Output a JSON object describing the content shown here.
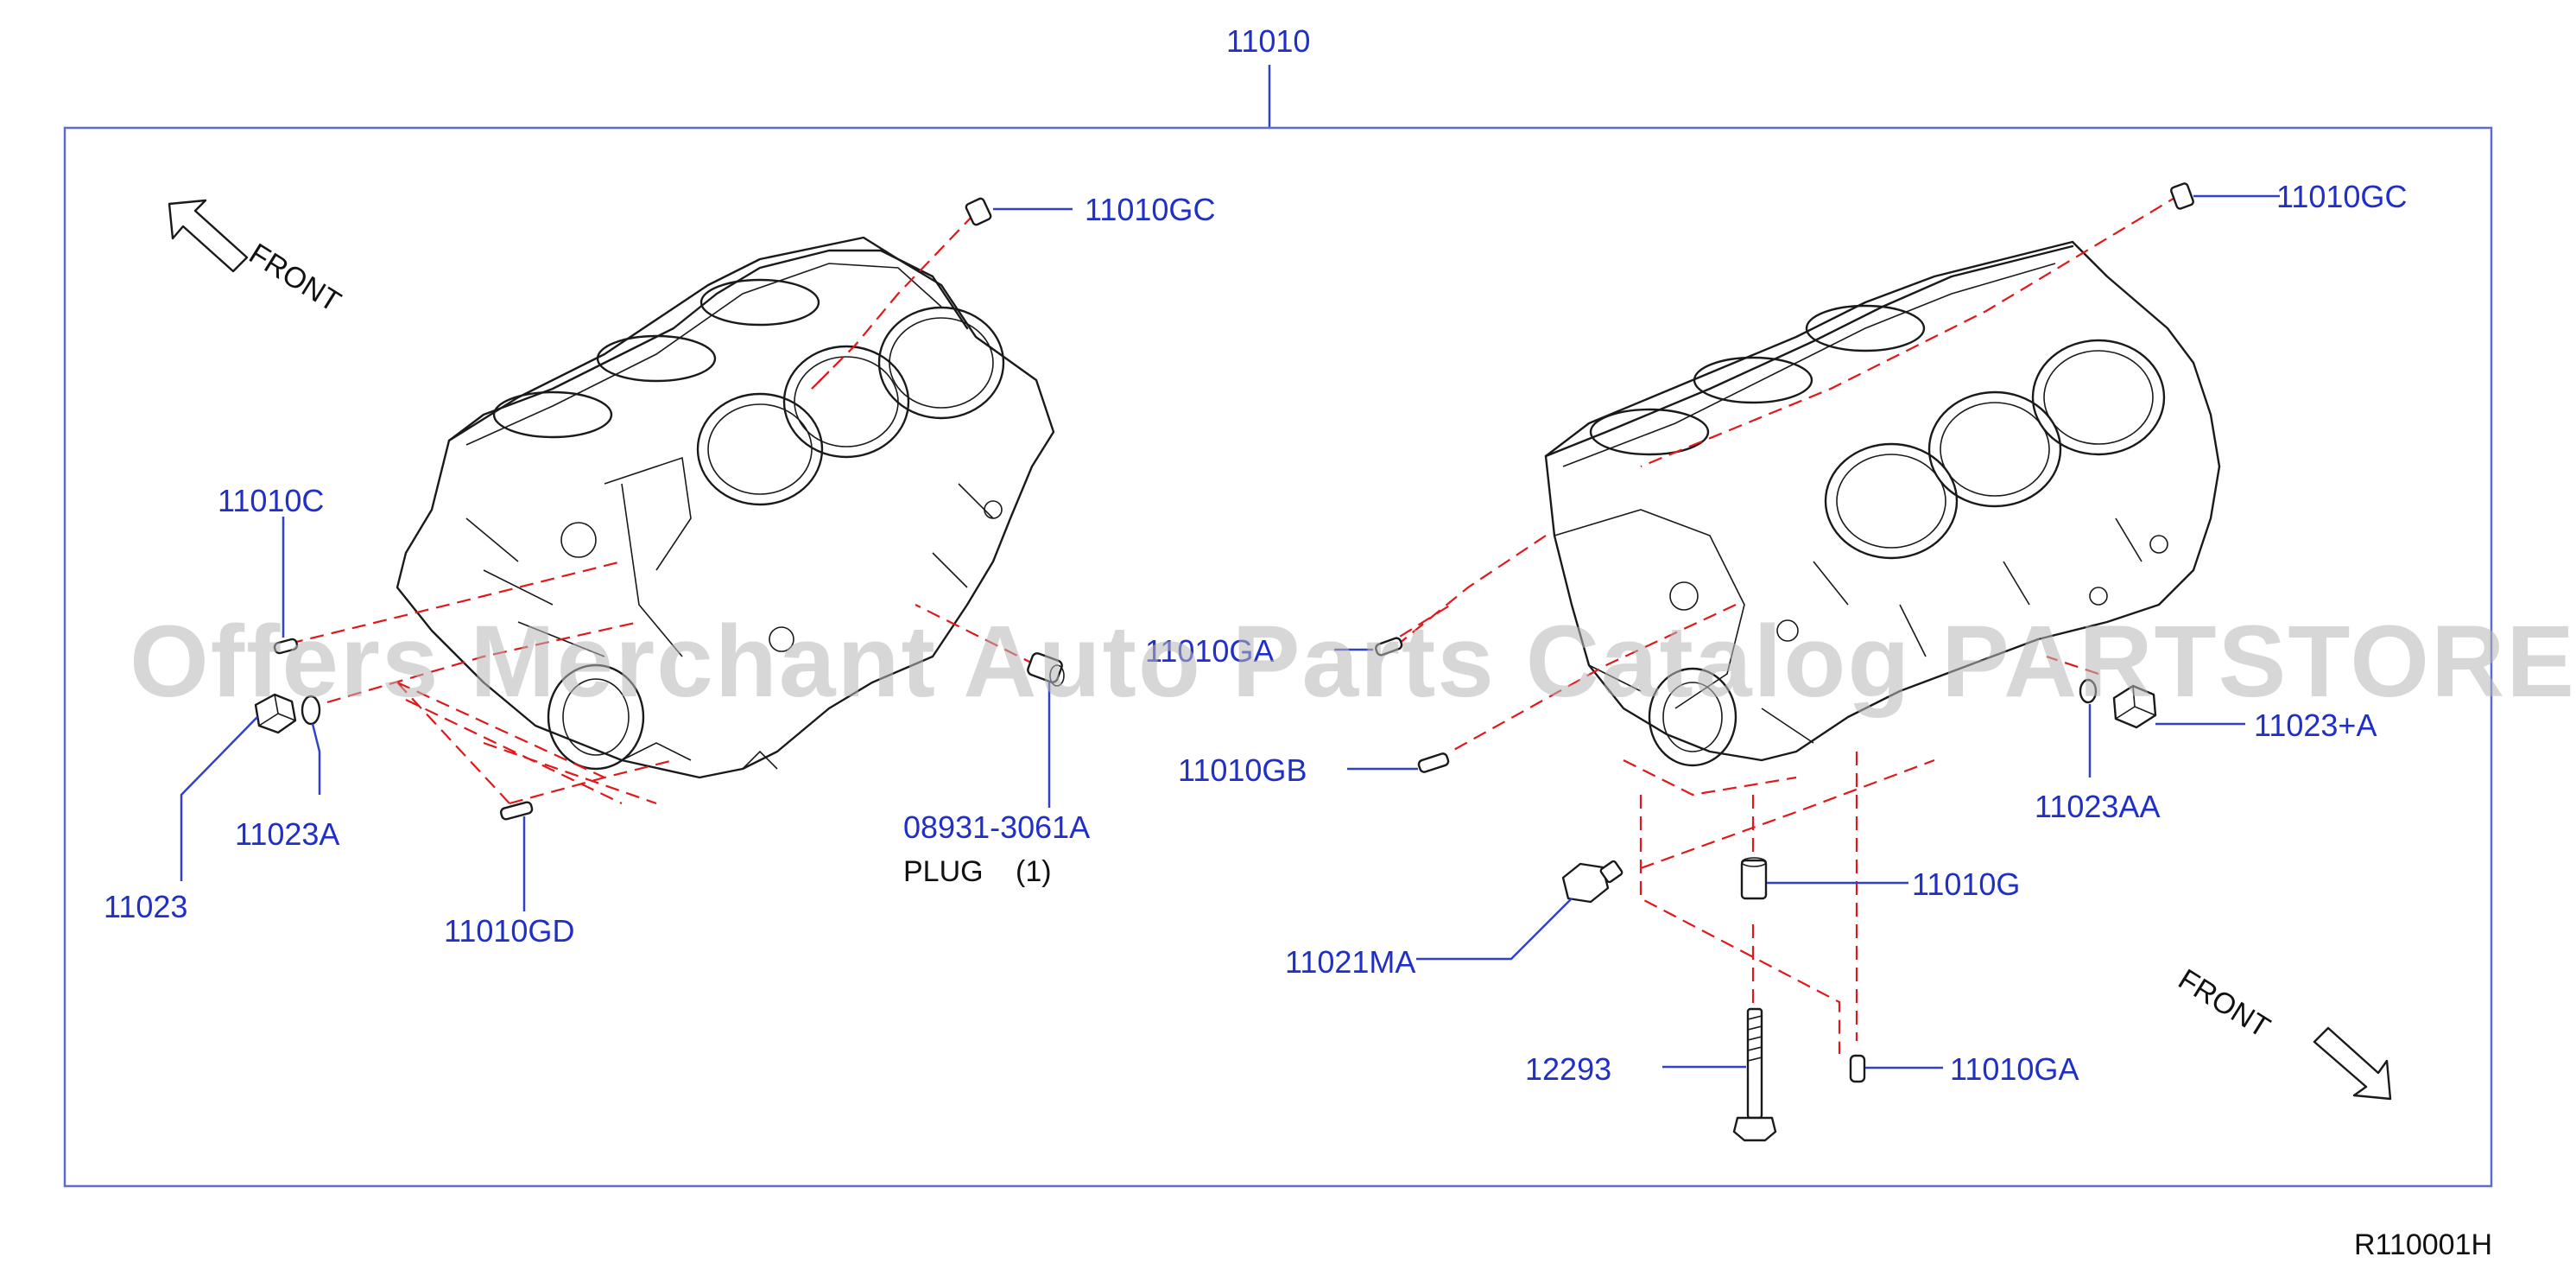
{
  "diagram": {
    "assembly_number": "11010",
    "reference_code": "R110001H",
    "watermark": "Offers Merchant Auto Parts Catalog PARTSTORE.SA",
    "front_left_label": "FRONT",
    "front_right_label": "FRONT",
    "left_block": {
      "labels": {
        "gc": "11010GC",
        "c": "11010C",
        "p11023": "11023",
        "p11023a": "11023A",
        "gd": "11010GD",
        "plug_no": "08931-3061A",
        "plug_name": "PLUG",
        "plug_qty": "(1)"
      }
    },
    "right_block": {
      "labels": {
        "gc": "11010GC",
        "ga_obscured": "11010GA",
        "gb": "11010GB",
        "p11023pa": "11023+A",
        "p11023aa": "11023AA",
        "g": "11010G",
        "ma": "11021MA",
        "p12293": "12293",
        "ga": "11010GA"
      }
    },
    "colors": {
      "label_blue": "#1f2fc8",
      "frame_blue": "#5c6bd6",
      "dash_red": "#e0181b",
      "line_black": "#1a1a1a",
      "watermark_gray": "#b8b8b8"
    }
  }
}
